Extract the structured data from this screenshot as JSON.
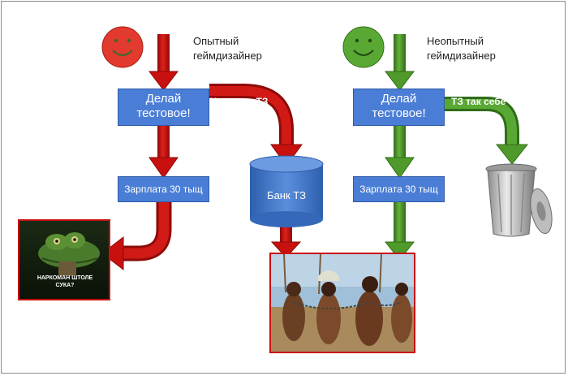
{
  "left": {
    "label": "Опытный\nгеймдизайнер",
    "face_color": "#e23a2e",
    "test_task": "Делай\nтестовое!",
    "good_tz": "Хорошее ТЗ",
    "salary": "Зарплата 30 тыщ",
    "bank": "Банк ТЗ",
    "meme_caption": "НАРКОМАН ШТОЛЕ\nСУКА?",
    "meme_icon": "crocodile-meme-picture",
    "arrow_color": "#c8100e"
  },
  "right": {
    "label": "Неопытный\nгеймдизайнер",
    "face_color": "#5aa834",
    "test_task": "Делай\nтестовое!",
    "tz_meh": "ТЗ так себе",
    "salary": "Зарплата 30 тыщ",
    "trash_icon": "trash-can-icon",
    "arrow_color": "#4f9a2a"
  },
  "bottom": {
    "picture_icon": "chained-slaves-picture"
  },
  "colors": {
    "box": "#4a7ed6",
    "bank": "#3f78cc"
  }
}
